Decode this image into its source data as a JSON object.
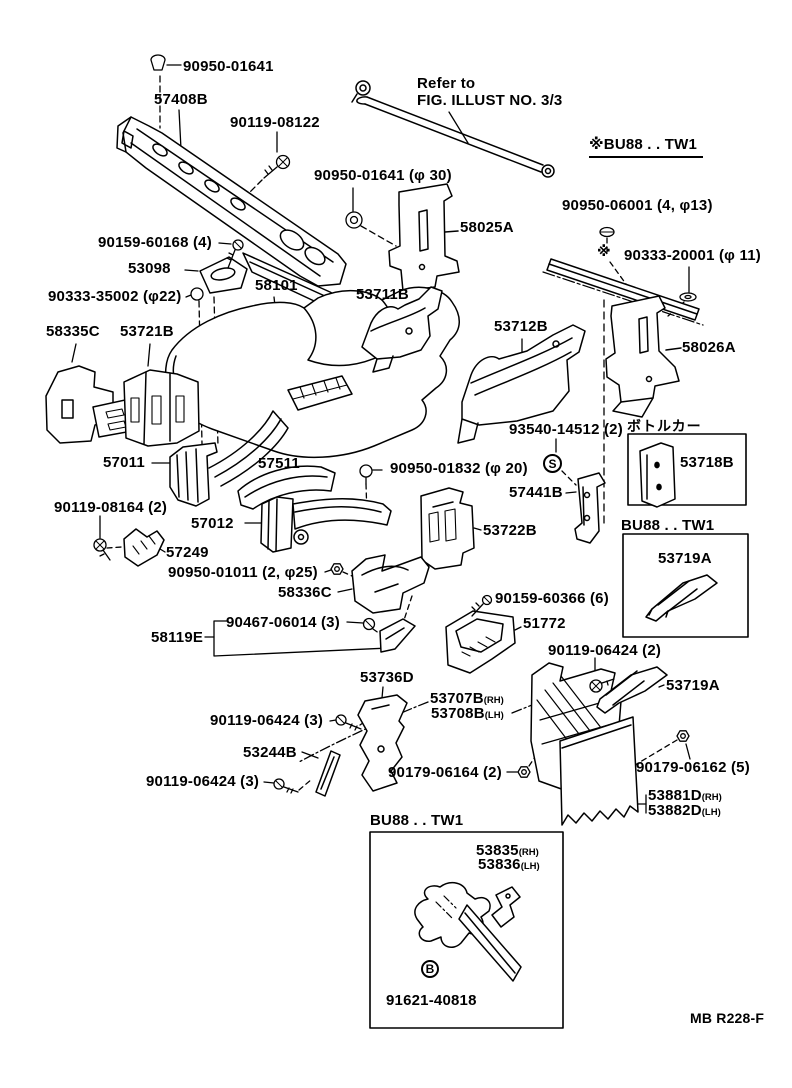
{
  "doc": {
    "code": "MB R228-F"
  },
  "note": {
    "line1": "Refer to",
    "line2": "FIG. ILLUST NO. 3/3"
  },
  "headers": {
    "variant": "※BU88 . . TW1",
    "inset1_kana": "ボトルカー",
    "inset2": "BU88 . . TW1",
    "inset3": "BU88 . . TW1"
  },
  "symbols": {
    "s": "S",
    "b": "B",
    "star": "※"
  },
  "labels": [
    {
      "text": "90950-01641"
    },
    {
      "text": "57408B"
    },
    {
      "text": "90119-08122"
    },
    {
      "text": "90950-01641 (φ 30)"
    },
    {
      "text": "58025A"
    },
    {
      "text": "90950-06001 (4, φ13)"
    },
    {
      "text": "90333-20001 (φ 11)"
    },
    {
      "text": "90159-60168 (4)"
    },
    {
      "text": "53098"
    },
    {
      "text": "58101"
    },
    {
      "text": "53711B"
    },
    {
      "text": "90333-35002 (φ22)"
    },
    {
      "text": "58335C"
    },
    {
      "text": "53721B"
    },
    {
      "text": "53712B"
    },
    {
      "text": "58026A"
    },
    {
      "text": "93540-14512 (2)"
    },
    {
      "text": "53718B"
    },
    {
      "text": "57011"
    },
    {
      "text": "57511"
    },
    {
      "text": "90950-01832 (φ 20)"
    },
    {
      "text": "57441B"
    },
    {
      "text": "90119-08164 (2)"
    },
    {
      "text": "57012"
    },
    {
      "text": "53722B"
    },
    {
      "text": "57249"
    },
    {
      "text": "90950-01011 (2, φ25)"
    },
    {
      "text": "53719A"
    },
    {
      "text": "58336C"
    },
    {
      "text": "90159-60366 (6)"
    },
    {
      "text": "90467-06014 (3)"
    },
    {
      "text": "58119E"
    },
    {
      "text": "51772"
    },
    {
      "text": "53736D"
    },
    {
      "text": "90119-06424 (2)"
    },
    {
      "text": "53719A"
    },
    {
      "text": "53707B",
      "suffix": "(RH)"
    },
    {
      "text": "53708B",
      "suffix": "(LH)"
    },
    {
      "text": "90119-06424 (3)"
    },
    {
      "text": "53244B"
    },
    {
      "text": "90179-06162 (5)"
    },
    {
      "text": "90179-06164 (2)"
    },
    {
      "text": "90119-06424 (3)"
    },
    {
      "text": "53881D",
      "suffix": "(RH)"
    },
    {
      "text": "53882D",
      "suffix": "(LH)"
    },
    {
      "text": "53835",
      "suffix": "(RH)"
    },
    {
      "text": "53836",
      "suffix": "(LH)"
    },
    {
      "text": "91621-40818"
    }
  ]
}
